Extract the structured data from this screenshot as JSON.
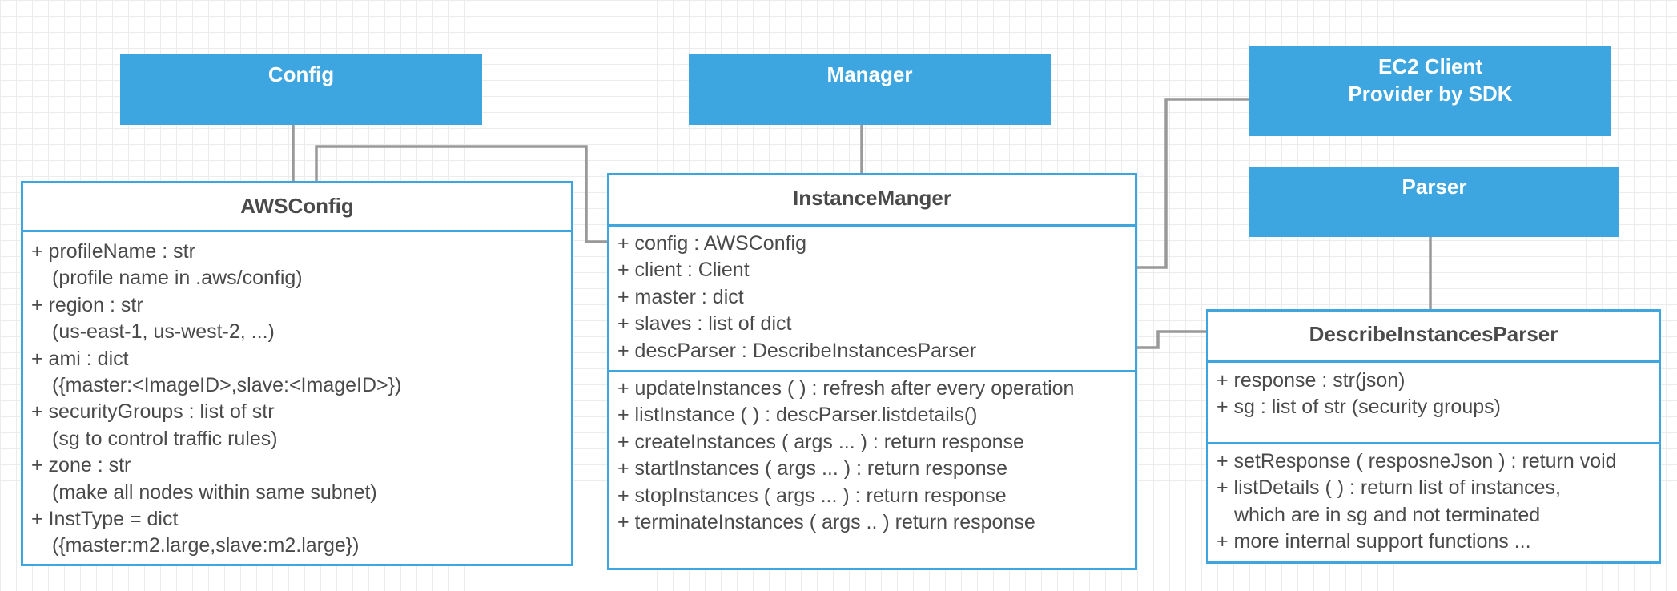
{
  "headers": {
    "config": [
      "Config"
    ],
    "manager": [
      "Manager"
    ],
    "ec2": [
      "EC2 Client",
      "Provider by SDK"
    ],
    "parser": [
      "Parser"
    ]
  },
  "aws_config": {
    "title": "AWSConfig",
    "attributes": [
      "+ profileName : str",
      "(profile name in .aws/config)",
      "+ region : str",
      "(us-east-1, us-west-2, ...)",
      "+ ami : dict",
      "({master:<ImageID>,slave:<ImageID>})",
      "+ securityGroups : list of str",
      "(sg to control traffic rules)",
      "+ zone : str",
      "(make all nodes within same subnet)",
      "+ InstType = dict",
      "({master:m2.large,slave:m2.large})"
    ]
  },
  "instance_manager": {
    "title": "InstanceManger",
    "attributes": [
      "+ config : AWSConfig",
      "+ client : Client",
      "+ master : dict",
      "+ slaves : list of dict",
      "+ descParser : DescribeInstancesParser"
    ],
    "methods": [
      "+ updateInstances ( ) :  refresh after every operation",
      "+ listInstance ( ) : descParser.listdetails()",
      "+ createInstances ( args ... ) : return response",
      "+ startInstances ( args ... ) : return response",
      "+ stopInstances ( args ... ) : return response",
      "+ terminateInstances ( args .. ) return response"
    ]
  },
  "describe_parser": {
    "title": "DescribeInstancesParser",
    "attributes": [
      "+ response : str(json)",
      "+ sg : list of str (security groups)"
    ],
    "methods": [
      "+ setResponse ( resposneJson ) : return void",
      "+ listDetails ( ) : return list of instances,",
      "which are in sg and not terminated",
      "+ more internal support functions ..."
    ]
  },
  "colors": {
    "accent": "#3da5e0",
    "connector": "#999999",
    "text": "#4a4a4a"
  }
}
